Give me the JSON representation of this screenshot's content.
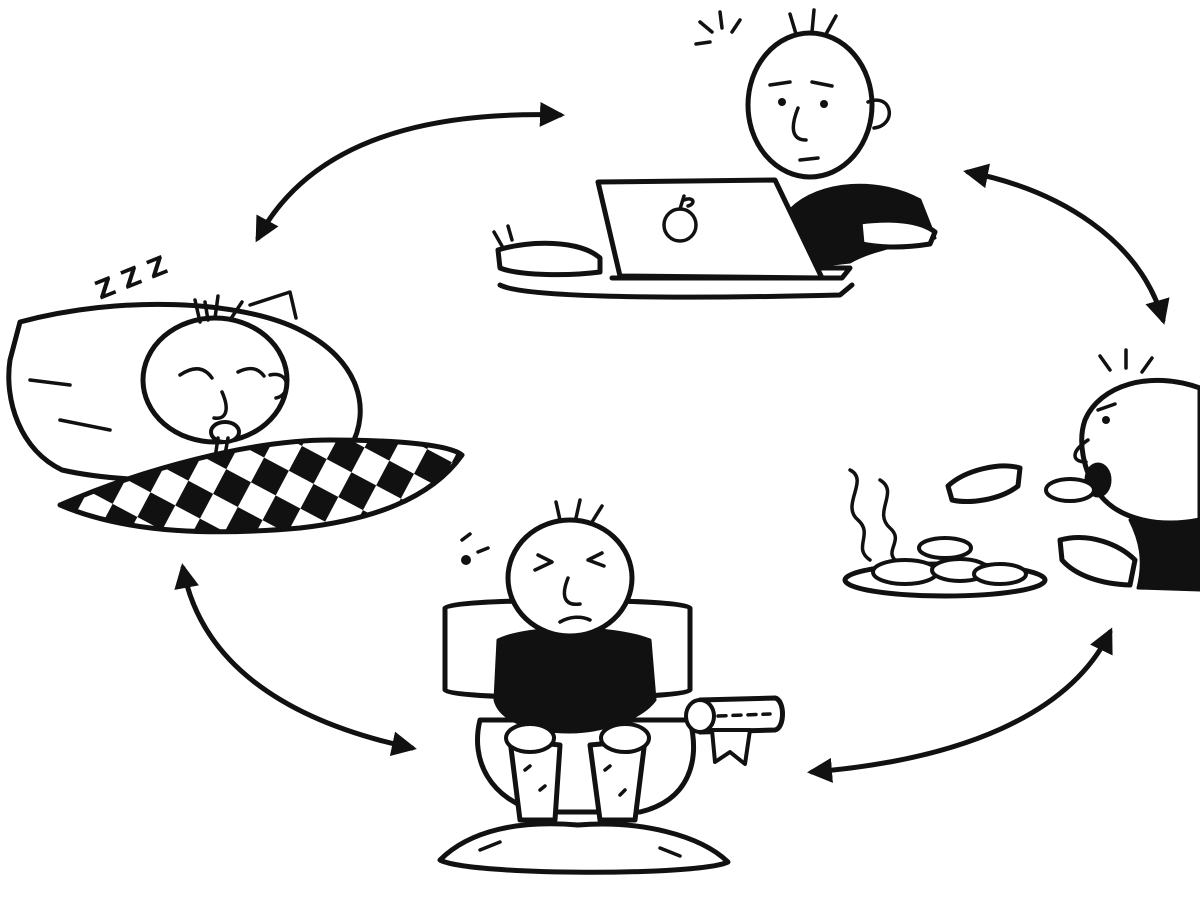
{
  "diagram": {
    "stages": [
      {
        "id": "work",
        "icon": "laptop-work-icon"
      },
      {
        "id": "eat",
        "icon": "eating-icon"
      },
      {
        "id": "toilet",
        "icon": "toilet-icon"
      },
      {
        "id": "sleep",
        "icon": "sleeping-icon"
      }
    ],
    "cycle_arrows": [
      {
        "between": [
          "sleep",
          "work"
        ],
        "direction": "bidirectional"
      },
      {
        "between": [
          "work",
          "eat"
        ],
        "direction": "bidirectional"
      },
      {
        "between": [
          "eat",
          "toilet"
        ],
        "direction": "bidirectional"
      },
      {
        "between": [
          "toilet",
          "sleep"
        ],
        "direction": "bidirectional"
      }
    ],
    "sleep_sound": "Z Z Z",
    "colors": {
      "ink": "#111111",
      "paper": "#ffffff"
    }
  }
}
